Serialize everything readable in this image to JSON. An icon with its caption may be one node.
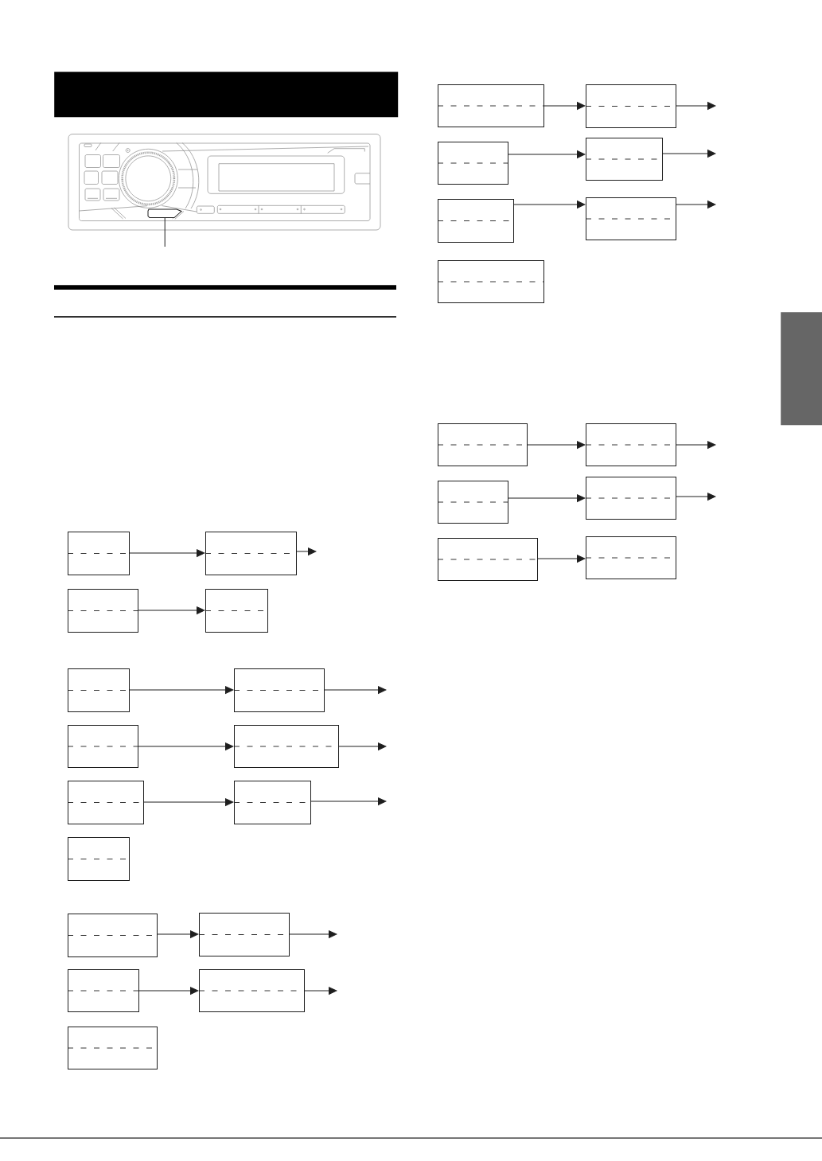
{
  "diagram": {
    "nodes": [
      {
        "text": [],
        "shape": "bar"
      },
      {
        "text": [],
        "shape": "picture"
      },
      {
        "text": [],
        "shape": "button",
        "in": 1
      },
      {
        "text": [],
        "shape": "box"
      },
      {
        "text": [],
        "shape": "box"
      },
      {
        "text": [],
        "shape": "box"
      },
      {
        "text": [],
        "shape": "box"
      },
      {
        "text": [],
        "shape": "box"
      },
      {
        "text": [],
        "shape": "box"
      },
      {
        "text": [],
        "shape": "box"
      },
      {
        "text": [],
        "shape": "box"
      },
      {
        "text": [],
        "shape": "box"
      },
      {
        "text": [],
        "shape": "box"
      },
      {
        "text": [],
        "shape": "box"
      },
      {
        "text": [],
        "shape": "box"
      },
      {
        "text": [],
        "shape": "box"
      },
      {
        "text": [],
        "shape": "box"
      },
      {
        "text": [],
        "shape": "box"
      },
      {
        "text": [],
        "shape": "box"
      },
      {
        "text": [],
        "shape": "box"
      },
      {
        "text": [],
        "shape": "box"
      },
      {
        "text": [],
        "shape": "box"
      },
      {
        "text": [],
        "shape": "box"
      },
      {
        "text": [],
        "shape": "box"
      },
      {
        "text": [],
        "shape": "box"
      },
      {
        "text": [],
        "shape": "box"
      },
      {
        "text": [],
        "shape": "box"
      },
      {
        "text": [],
        "shape": "box"
      },
      {
        "text": [],
        "shape": "box"
      },
      {
        "text": [],
        "shape": "box"
      },
      {
        "text": [],
        "shape": "box"
      },
      {
        "text": [],
        "shape": "box"
      },
      {
        "text": [],
        "shape": "bar"
      }
    ],
    "edges": [
      {
        "from": 3,
        "to": 4,
        "arrow": "to"
      },
      {
        "from": 4,
        "to": null,
        "arrow": "to"
      },
      {
        "from": 5,
        "to": 6,
        "arrow": "to"
      },
      {
        "from": 7,
        "to": 8,
        "arrow": "to"
      },
      {
        "from": 8,
        "to": null,
        "arrow": "to"
      },
      {
        "from": 9,
        "to": 10,
        "arrow": "to"
      },
      {
        "from": 10,
        "to": null,
        "arrow": "to"
      },
      {
        "from": 11,
        "to": 12,
        "arrow": "to"
      },
      {
        "from": 12,
        "to": null,
        "arrow": "to"
      },
      {
        "from": 14,
        "to": 15,
        "arrow": "to"
      },
      {
        "from": 15,
        "to": null,
        "arrow": "to"
      },
      {
        "from": 16,
        "to": 17,
        "arrow": "to"
      },
      {
        "from": 17,
        "to": null,
        "arrow": "to"
      },
      {
        "from": 19,
        "to": 20,
        "arrow": "to"
      },
      {
        "from": 20,
        "to": null,
        "arrow": "to"
      },
      {
        "from": 21,
        "to": 22,
        "arrow": "to"
      },
      {
        "from": 22,
        "to": null,
        "arrow": "to"
      },
      {
        "from": 23,
        "to": 24,
        "arrow": "to"
      },
      {
        "from": 24,
        "to": null,
        "arrow": "to"
      },
      {
        "from": 26,
        "to": 27,
        "arrow": "to"
      },
      {
        "from": 27,
        "to": null,
        "arrow": "to"
      },
      {
        "from": 28,
        "to": 29,
        "arrow": "to"
      },
      {
        "from": 29,
        "to": null,
        "arrow": "to"
      },
      {
        "from": 30,
        "to": 31,
        "arrow": "to"
      },
      {
        "from": null,
        "to": 2,
        "arrow": "none"
      }
    ]
  }
}
